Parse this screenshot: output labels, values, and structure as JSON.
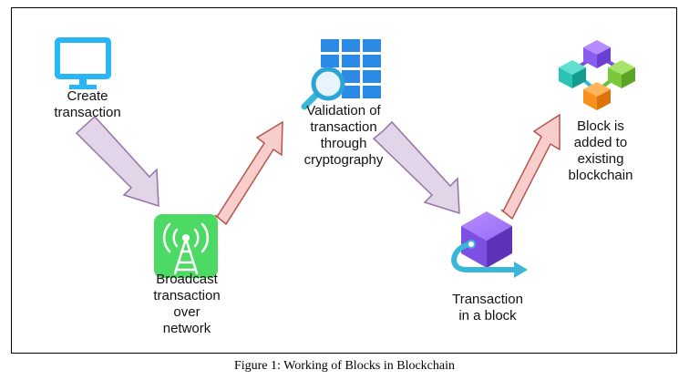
{
  "diagram": {
    "steps": [
      {
        "label": "Create\ntransaction",
        "icon": "monitor-icon"
      },
      {
        "label": "Broadcast\ntransaction\nover\nnetwork",
        "icon": "broadcast-tower-icon"
      },
      {
        "label": "Validation of\ntransaction\nthrough\ncryptography",
        "icon": "grid-search-icon"
      },
      {
        "label": "Transaction\nin a block",
        "icon": "cube-arrow-icon"
      },
      {
        "label": "Block is\nadded to\nexisting\nblockchain",
        "icon": "blockchain-cubes-icon"
      }
    ],
    "colors": {
      "down_arrow_fill": "#e1d5e7",
      "down_arrow_stroke": "#9673a6",
      "up_arrow_fill": "#f8cecc",
      "up_arrow_stroke": "#b85450",
      "monitor": "#29b6f6",
      "broadcast_bg": "#4cd964",
      "grid": "#2a8ae6",
      "cube": "#8a5cf0",
      "cube_arrow": "#3ab6d8"
    }
  },
  "caption": "Figure 1: Working of Blocks in Blockchain"
}
